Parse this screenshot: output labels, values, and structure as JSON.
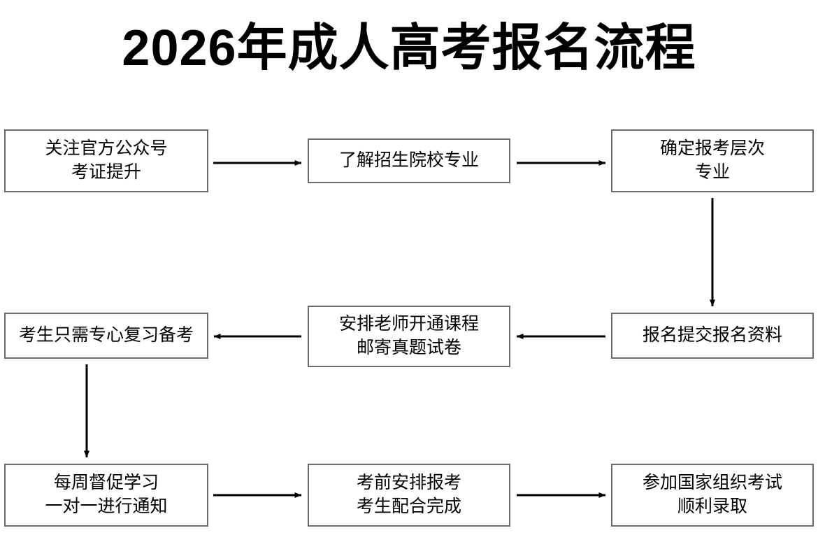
{
  "diagram": {
    "title": "2026年成人高考报名流程",
    "type": "flowchart",
    "colors": {
      "box_border": "#6b6b6b",
      "background": "#ffffff",
      "text": "#000000",
      "arrow": "#000000"
    },
    "nodes": [
      {
        "id": "n1",
        "lines": [
          "关注官方公众号",
          "考证提升"
        ]
      },
      {
        "id": "n2",
        "lines": [
          "了解招生院校专业"
        ]
      },
      {
        "id": "n3",
        "lines": [
          "确定报考层次",
          "专业"
        ]
      },
      {
        "id": "n4",
        "lines": [
          "考生只需专心复习备考"
        ]
      },
      {
        "id": "n5",
        "lines": [
          "安排老师开通课程",
          "邮寄真题试卷"
        ]
      },
      {
        "id": "n6",
        "lines": [
          "报名提交报名资料"
        ]
      },
      {
        "id": "n7",
        "lines": [
          "每周督促学习",
          "一对一进行通知"
        ]
      },
      {
        "id": "n8",
        "lines": [
          "考前安排报考",
          "考生配合完成"
        ]
      },
      {
        "id": "n9",
        "lines": [
          "参加国家组织考试",
          "顺利录取"
        ]
      }
    ],
    "edges": [
      {
        "from": "n1",
        "to": "n2",
        "direction": "right"
      },
      {
        "from": "n2",
        "to": "n3",
        "direction": "right"
      },
      {
        "from": "n3",
        "to": "n6",
        "direction": "down"
      },
      {
        "from": "n6",
        "to": "n5",
        "direction": "left"
      },
      {
        "from": "n5",
        "to": "n4",
        "direction": "left"
      },
      {
        "from": "n4",
        "to": "n7",
        "direction": "down"
      },
      {
        "from": "n7",
        "to": "n8",
        "direction": "right"
      },
      {
        "from": "n8",
        "to": "n9",
        "direction": "right"
      }
    ]
  }
}
